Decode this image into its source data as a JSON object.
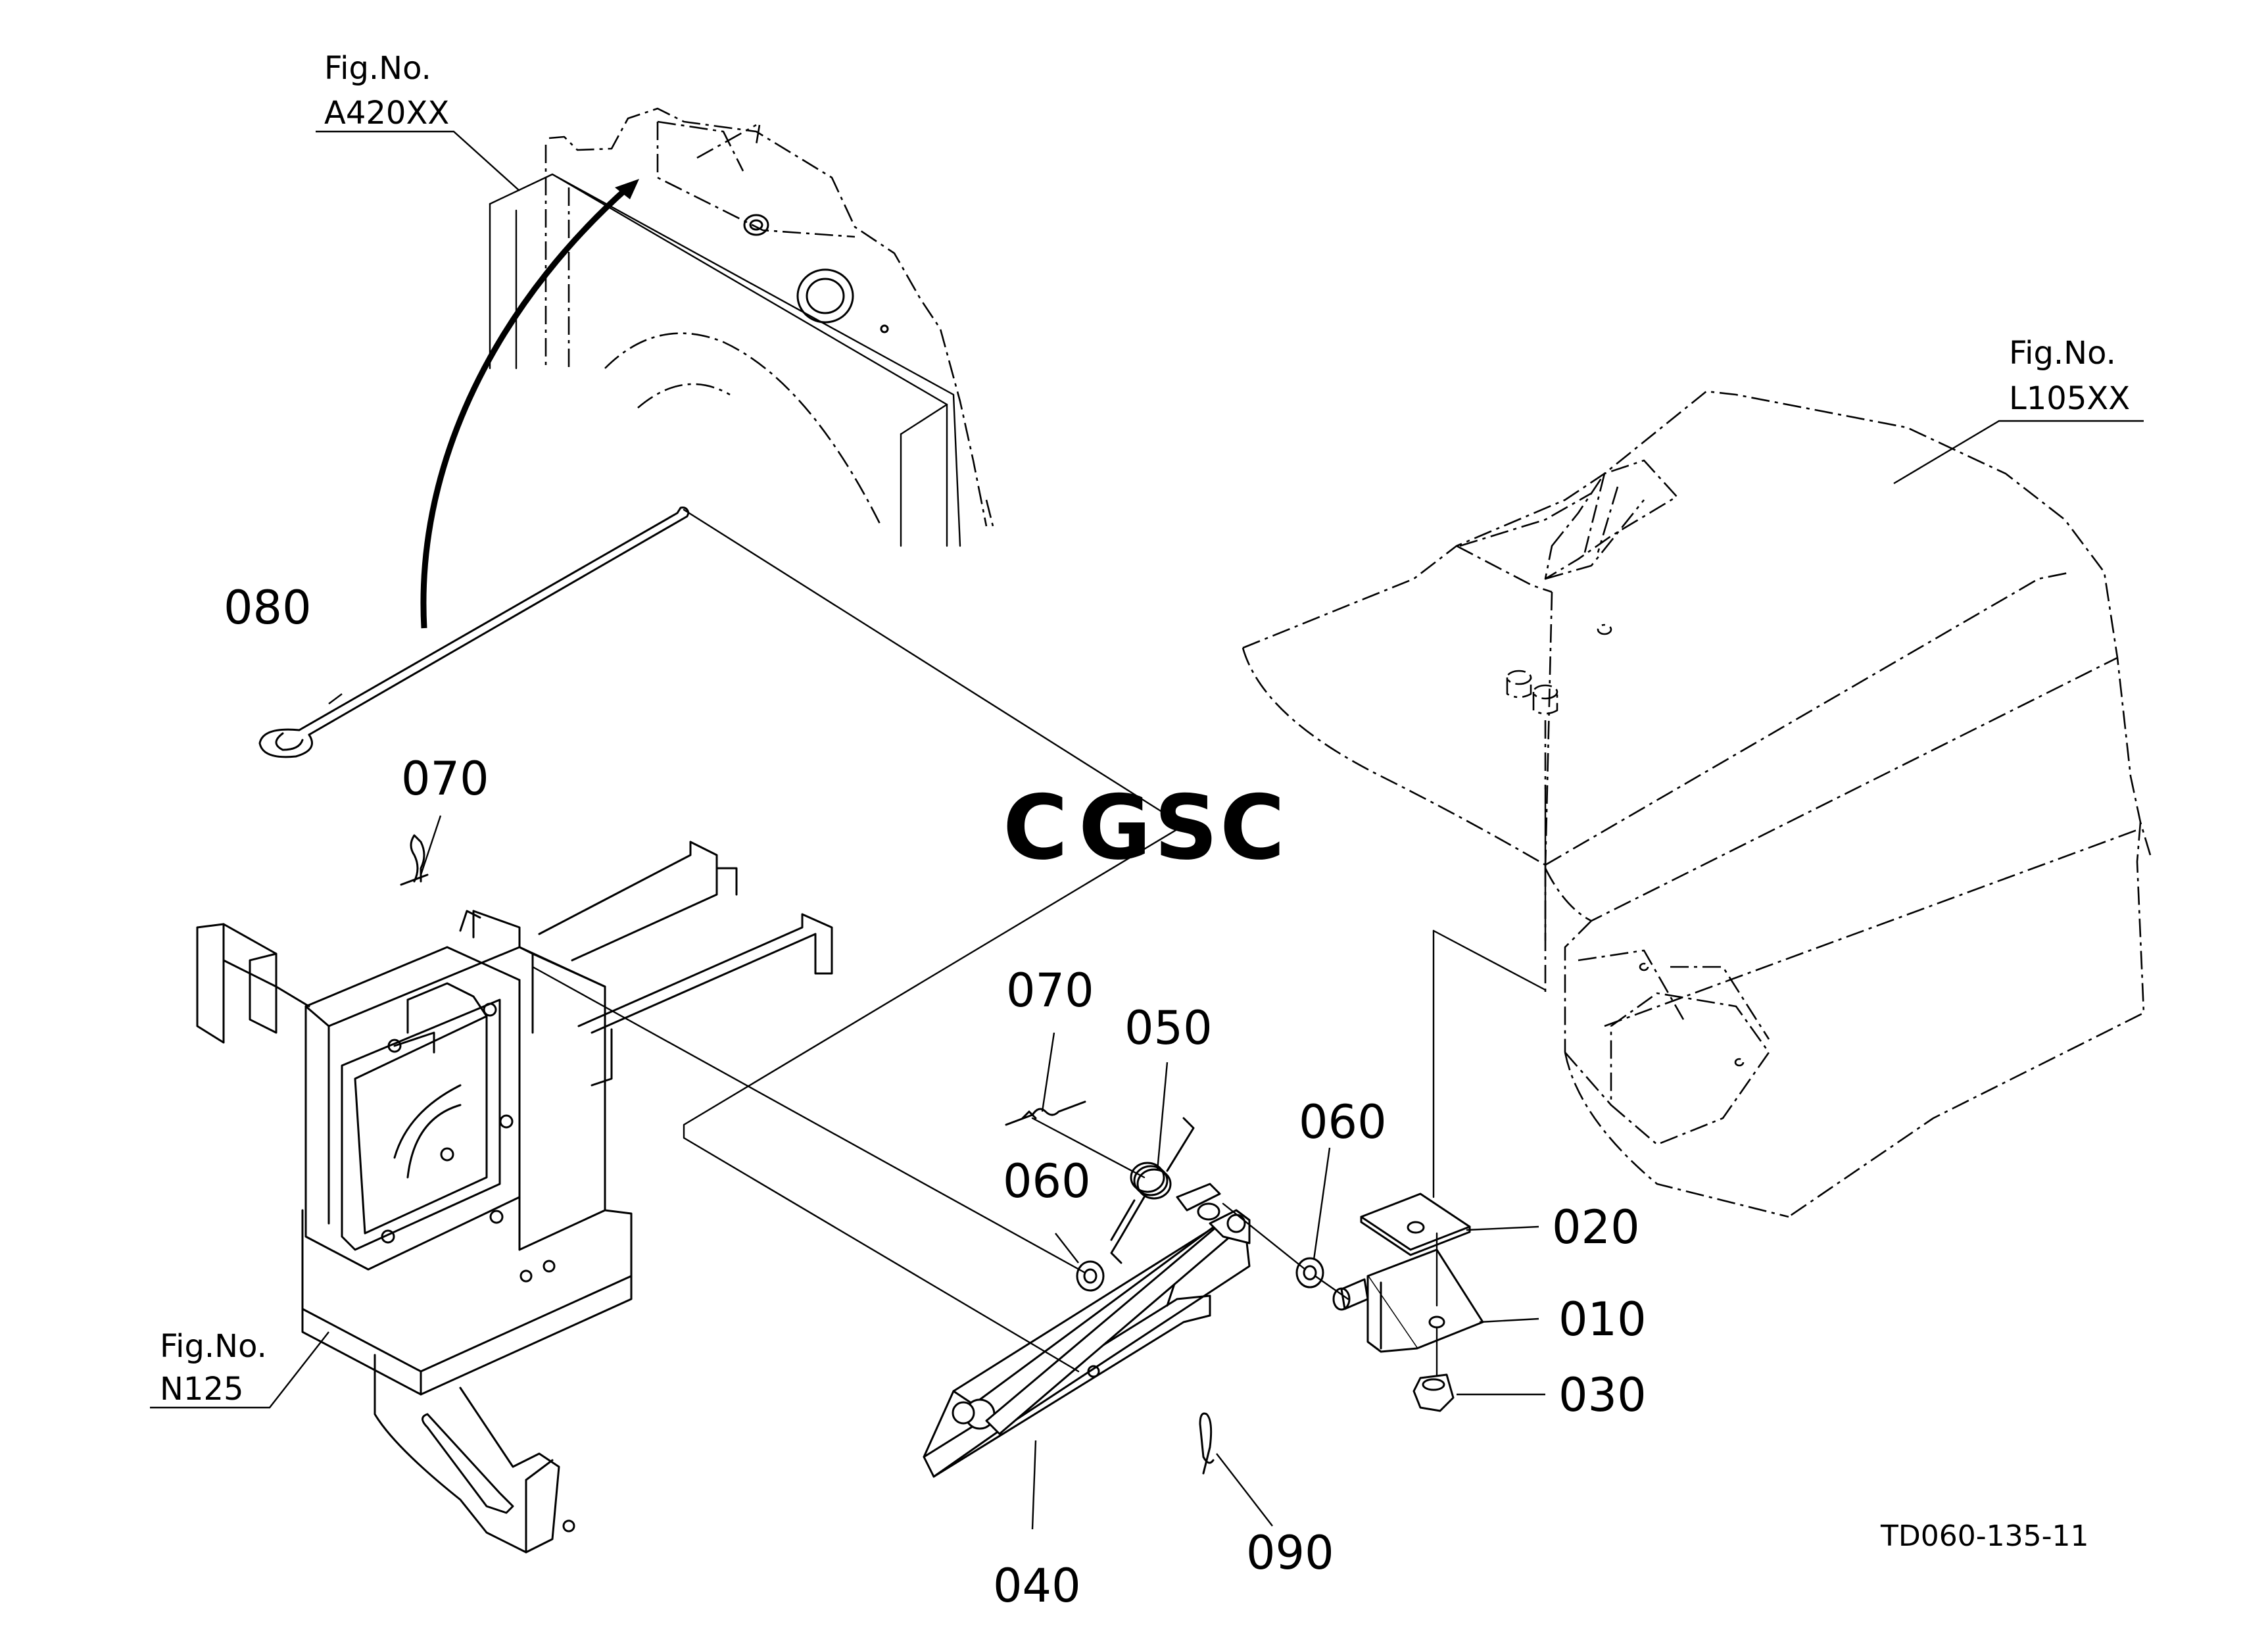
{
  "parts": {
    "p010": "010",
    "p020": "020",
    "p030": "030",
    "p040": "040",
    "p050": "050",
    "p060_left": "060",
    "p060_right": "060",
    "p070_upper": "070",
    "p070_lower": "070",
    "p080": "080",
    "p090": "090"
  },
  "figure_refs": {
    "a420": {
      "line1": "Fig.No.",
      "line2": "A420XX"
    },
    "l105": {
      "line1": "Fig.No.",
      "line2": "L105XX"
    },
    "n125": {
      "line1": "Fig.No.",
      "line2": "N125"
    }
  },
  "drawing_number": "TD060-135-11",
  "watermark": {
    "letters": [
      "C",
      "G",
      "S",
      "C"
    ],
    "colors": [
      "#6fa0e8",
      "#ee8d85",
      "#f2cf5a",
      "#74be9c"
    ]
  }
}
